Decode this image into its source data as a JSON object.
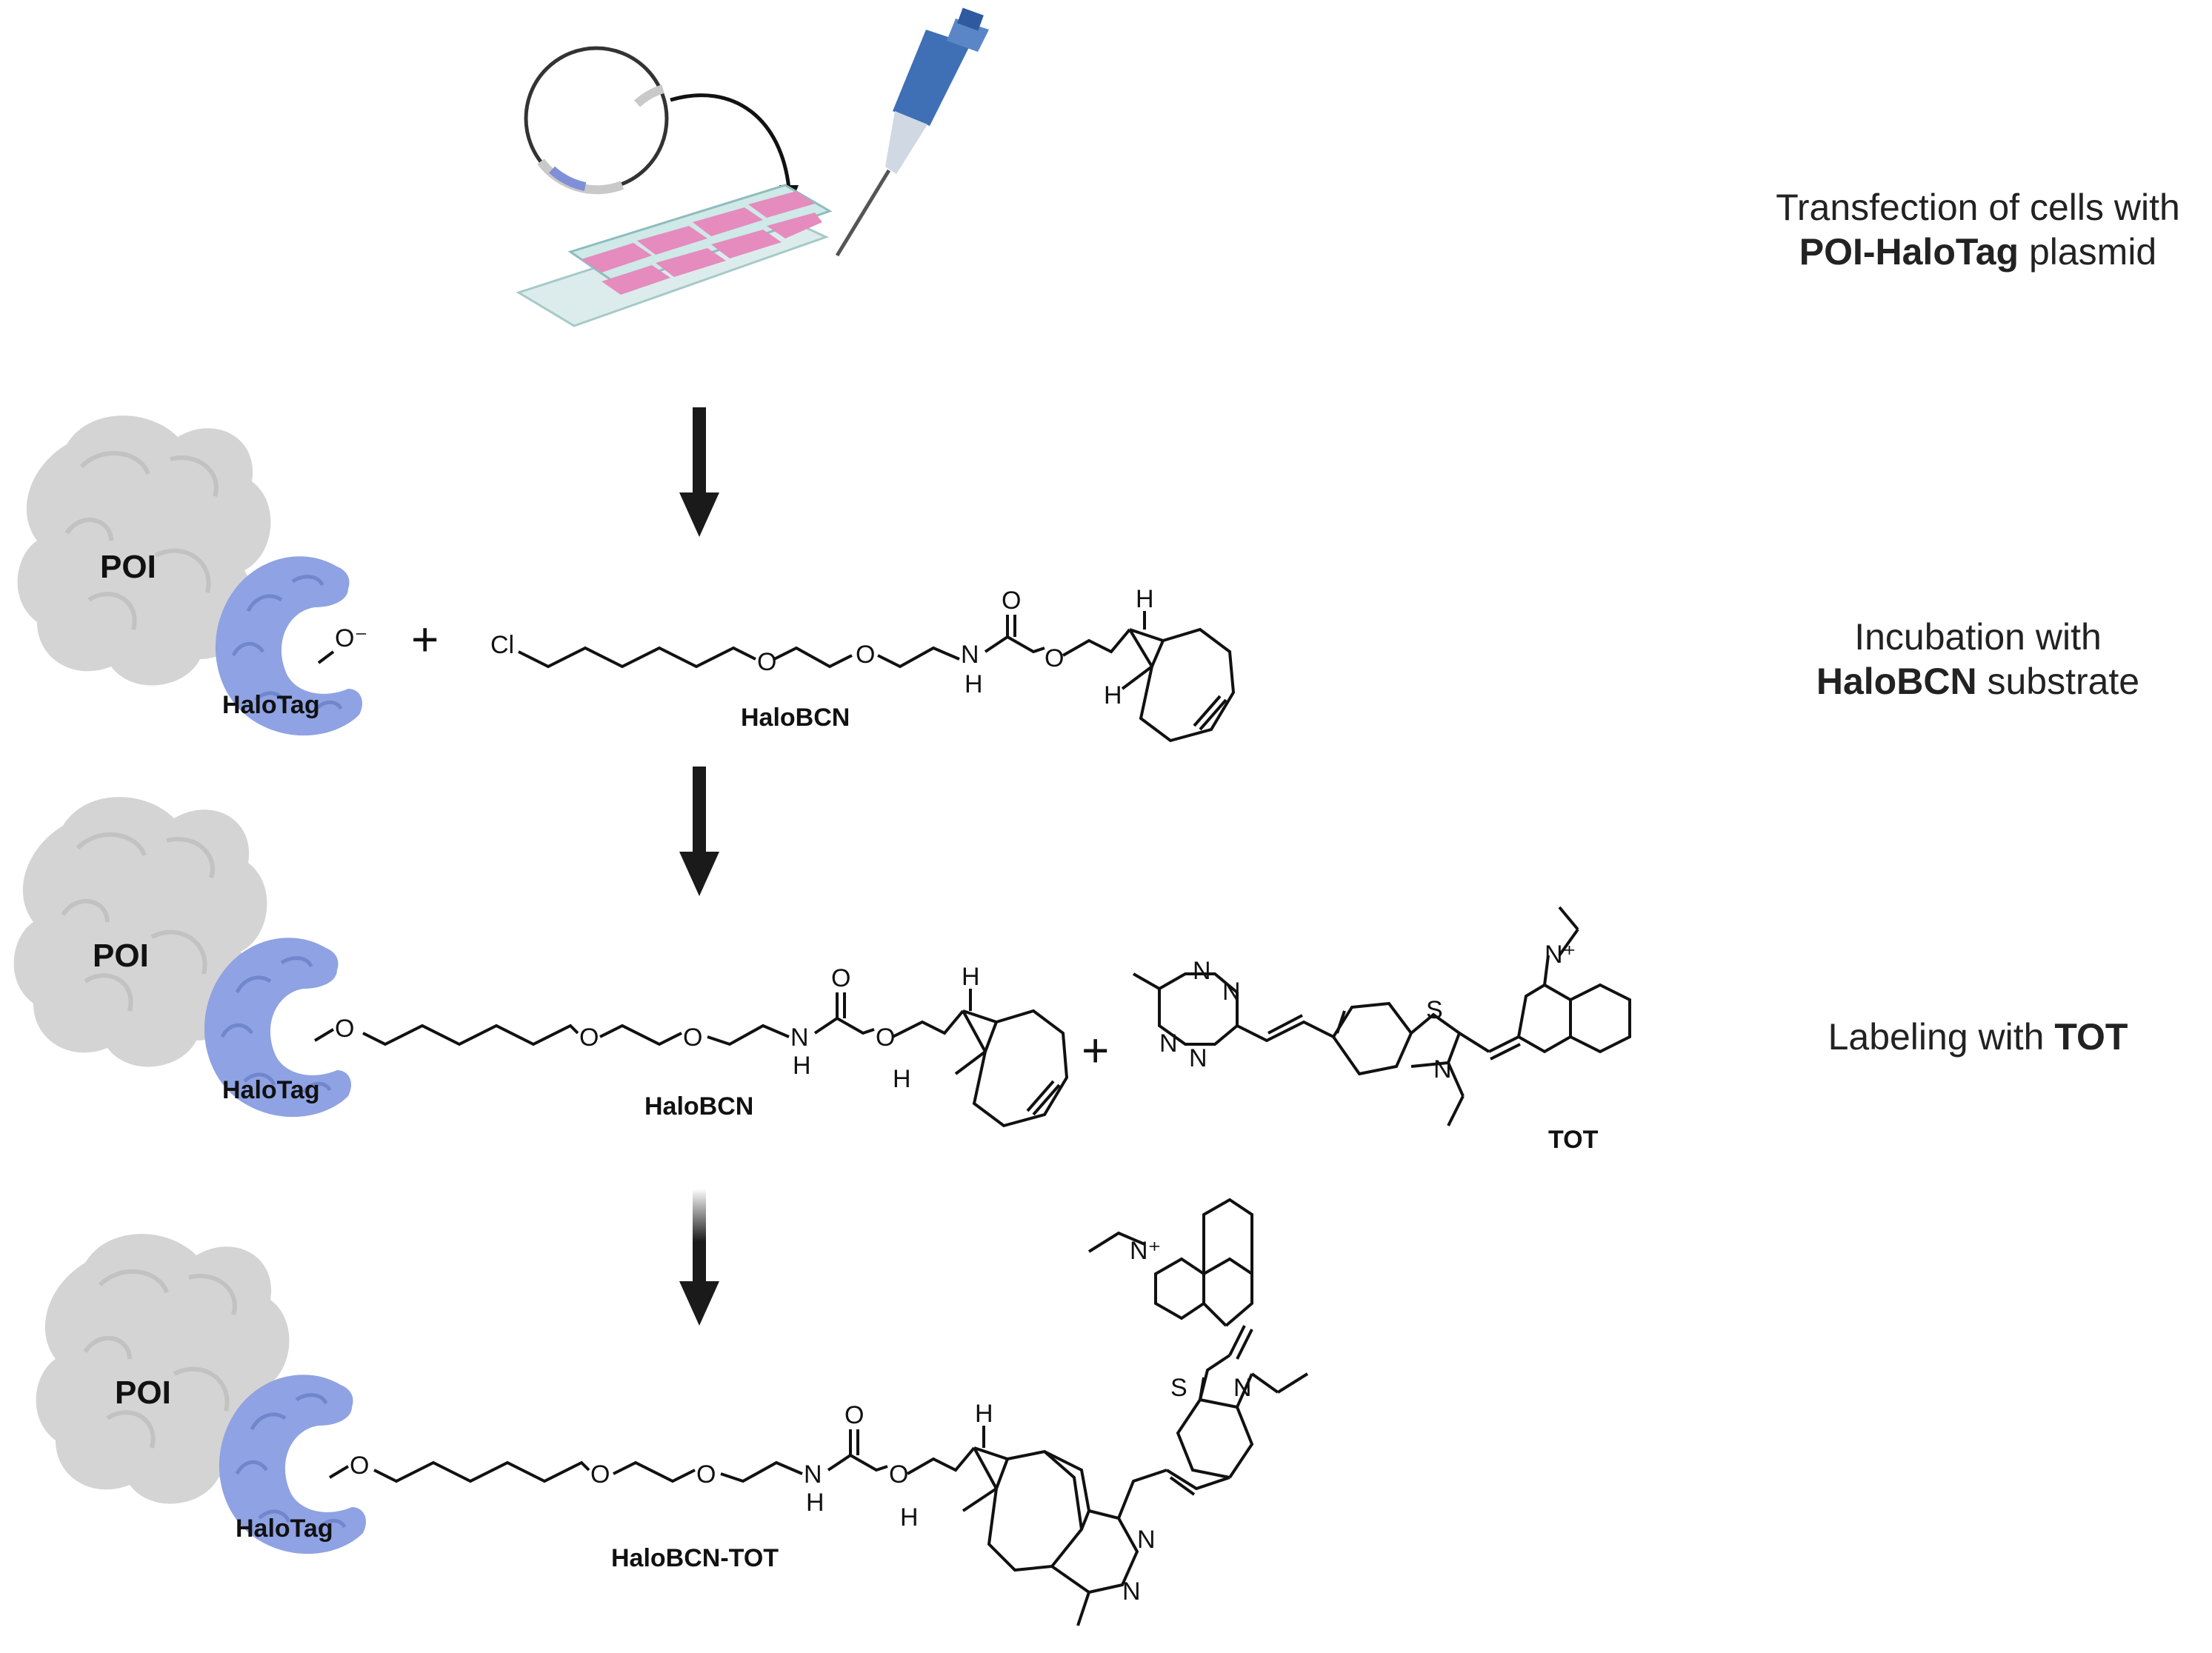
{
  "steps": [
    {
      "line1": "Transfection of cells with",
      "bold": "POI-HaloTag",
      "rest": " plasmid"
    },
    {
      "line1": "Incubation with",
      "bold": "HaloBCN",
      "rest": " substrate"
    },
    {
      "prefix": "Labeling with ",
      "bold": "TOT"
    }
  ],
  "labels": {
    "poi": "POI",
    "halotag": "HaloTag",
    "halobcn": "HaloBCN",
    "tot": "TOT",
    "halobcn_tot": "HaloBCN-TOT",
    "plus": "+"
  },
  "atoms": {
    "cl": "Cl",
    "o": "O",
    "o_minus": "O⁻",
    "n": "N",
    "h": "H",
    "s": "S",
    "n_plus": "N⁺"
  },
  "colors": {
    "poi": "#d4d4d4",
    "halotag": "#8fa2e3",
    "wells": "#e58bbd",
    "slide": "#cfe8e8",
    "pipette": "#3f6fb5",
    "arrow": "#1a1a1a"
  }
}
